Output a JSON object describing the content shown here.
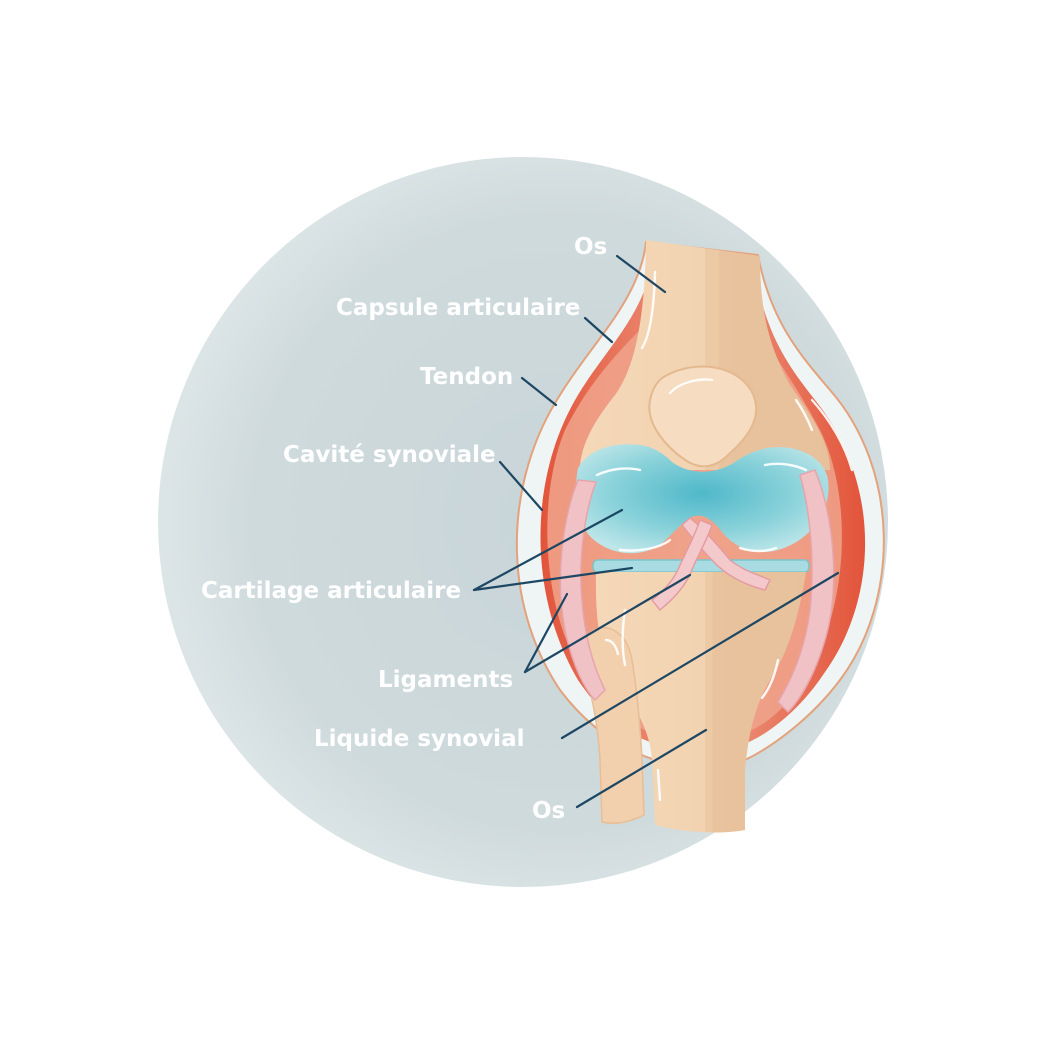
{
  "labels": {
    "os_top": "Os",
    "capsule": "Capsule articulaire",
    "tendon": "Tendon",
    "cavite": "Cavité synoviale",
    "cartilage": "Cartilage articulaire",
    "ligaments": "Ligaments",
    "liquide": "Liquide synovial",
    "os_bottom": "Os"
  },
  "colors": {
    "background_circle": "#cfdadc",
    "bone": "#f2d2b0",
    "bone_shade": "#e8c39d",
    "capsule": "#ecf4f4",
    "synovial_outer": "#ee9a83",
    "synovial_inner": "#e0553a",
    "cartilage": "#8fd4dc",
    "cartilage_center": "#52bccc",
    "ligament": "#f0c2c6",
    "leader_line": "#1d4763",
    "label_text": "#ffffff"
  }
}
